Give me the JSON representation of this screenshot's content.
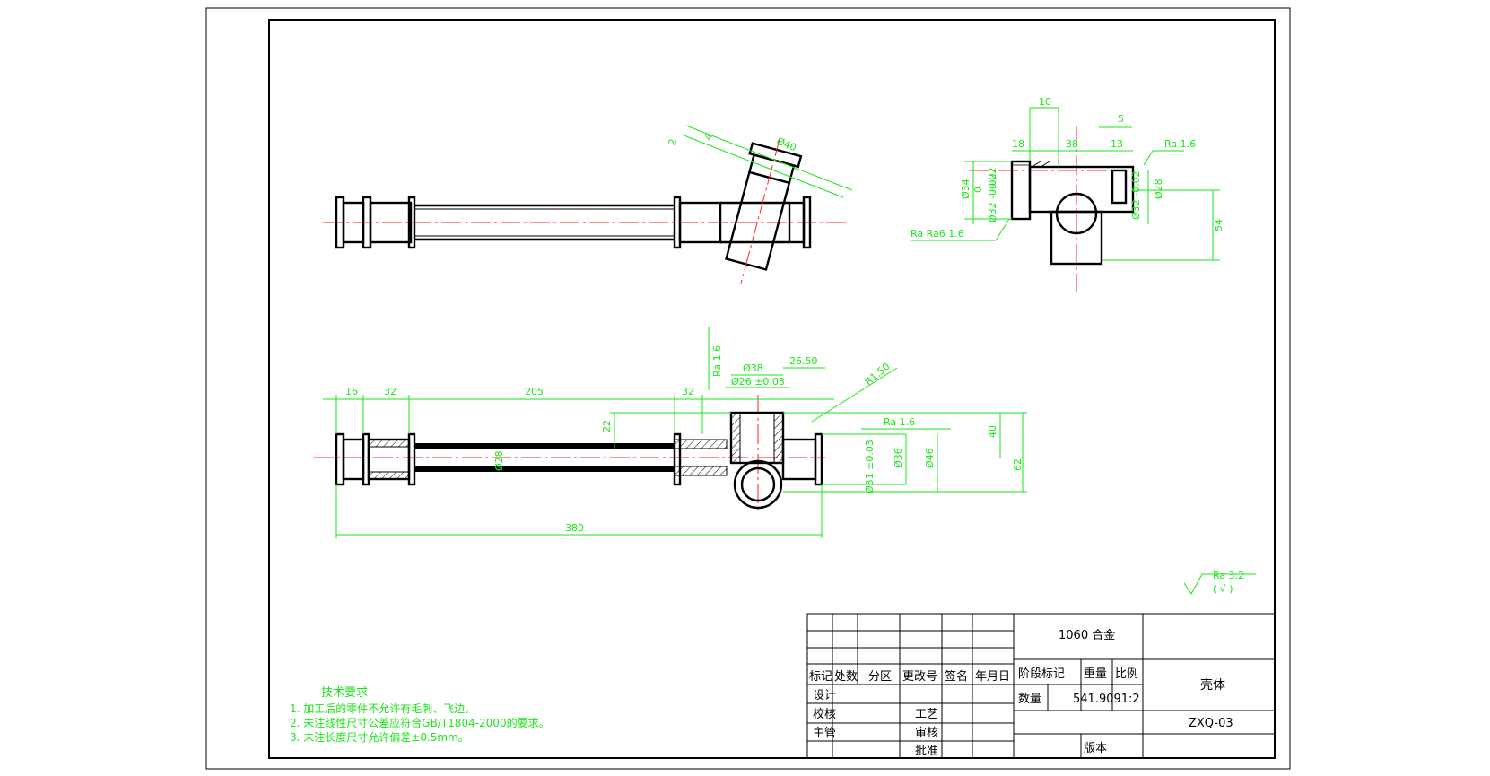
{
  "tech_requirements": {
    "title": "技术要求",
    "items": [
      "1.   加工后的零件不允许有毛刺、飞边。",
      "2.   未注线性尺寸公差应符合GB/T1804-2000的要求。",
      "3.   未注长度尺寸允许偏差±0.5mm。"
    ]
  },
  "title_block": {
    "material": "1060 合金",
    "part_name": "壳体",
    "drawing_no": "ZXQ-03",
    "headers": [
      "标记",
      "处数",
      "分区",
      "更改号",
      "签名",
      "年月日"
    ],
    "rows": [
      "设计",
      "校核",
      "主管"
    ],
    "process": "工艺",
    "review": "审核",
    "approve": "批准",
    "stage_mark": "阶段标记",
    "weight": "重量",
    "scale": "比例",
    "quantity": "数量",
    "weight_scale_value": "541.9091:2",
    "version": "版本"
  },
  "roughness_general": {
    "label": "Ra  3.2",
    "note": "( √ )"
  },
  "dimensions": {
    "main": {
      "d16": "16",
      "d32a": "32",
      "d205": "205",
      "d32b": "32",
      "d22": "22",
      "d38": "Ø38",
      "d26": "Ø26 ±0.03",
      "d2650": "26.50",
      "r150": "R1.50",
      "ra1": "Ra  1.6",
      "ra2": "Ra  1.6",
      "d36": "Ø36",
      "d46": "Ø46",
      "d31": "Ø31 ±0.03",
      "d28": "Ø28",
      "d40": "40",
      "d62": "62",
      "d380": "380"
    },
    "side": {
      "d10": "10",
      "d5": "5",
      "d18": "18",
      "d38": "38",
      "d13": "13",
      "ra1": "Ra  1.6",
      "ra2": "Ra  Ra6  1.6",
      "d34": "Ø34",
      "tol": "0",
      "tol2": "-0.02",
      "d32": "Ø32 -0.02",
      "d28": "Ø28",
      "d32b": "Ø32 -0.02",
      "d54": "54"
    },
    "top": {
      "d40": "Ø40",
      "d2": "2",
      "d4": "4"
    }
  }
}
